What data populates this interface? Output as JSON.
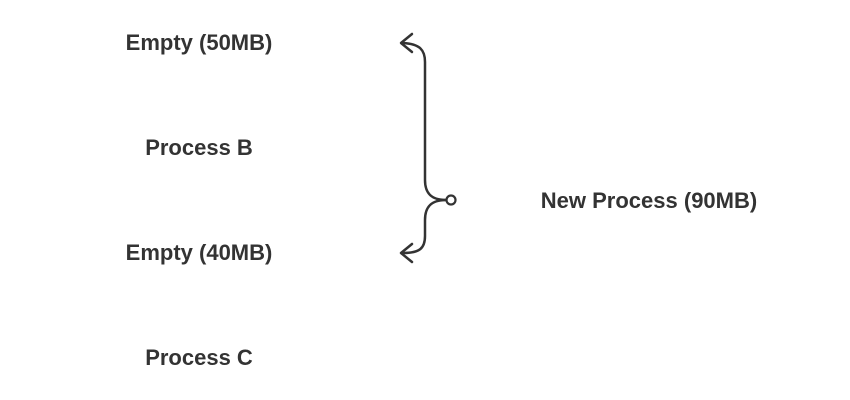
{
  "memory_blocks": [
    {
      "label": "Empty (50MB)"
    },
    {
      "label": "Process B"
    },
    {
      "label": "Empty (40MB)"
    },
    {
      "label": "Process C"
    }
  ],
  "new_process": {
    "label": "New Process (90MB)"
  },
  "colors": {
    "text": "#333333",
    "stroke": "#333333",
    "background": "#ffffff"
  },
  "icons": {
    "connector": "curly-brace-split-arrows-icon"
  }
}
